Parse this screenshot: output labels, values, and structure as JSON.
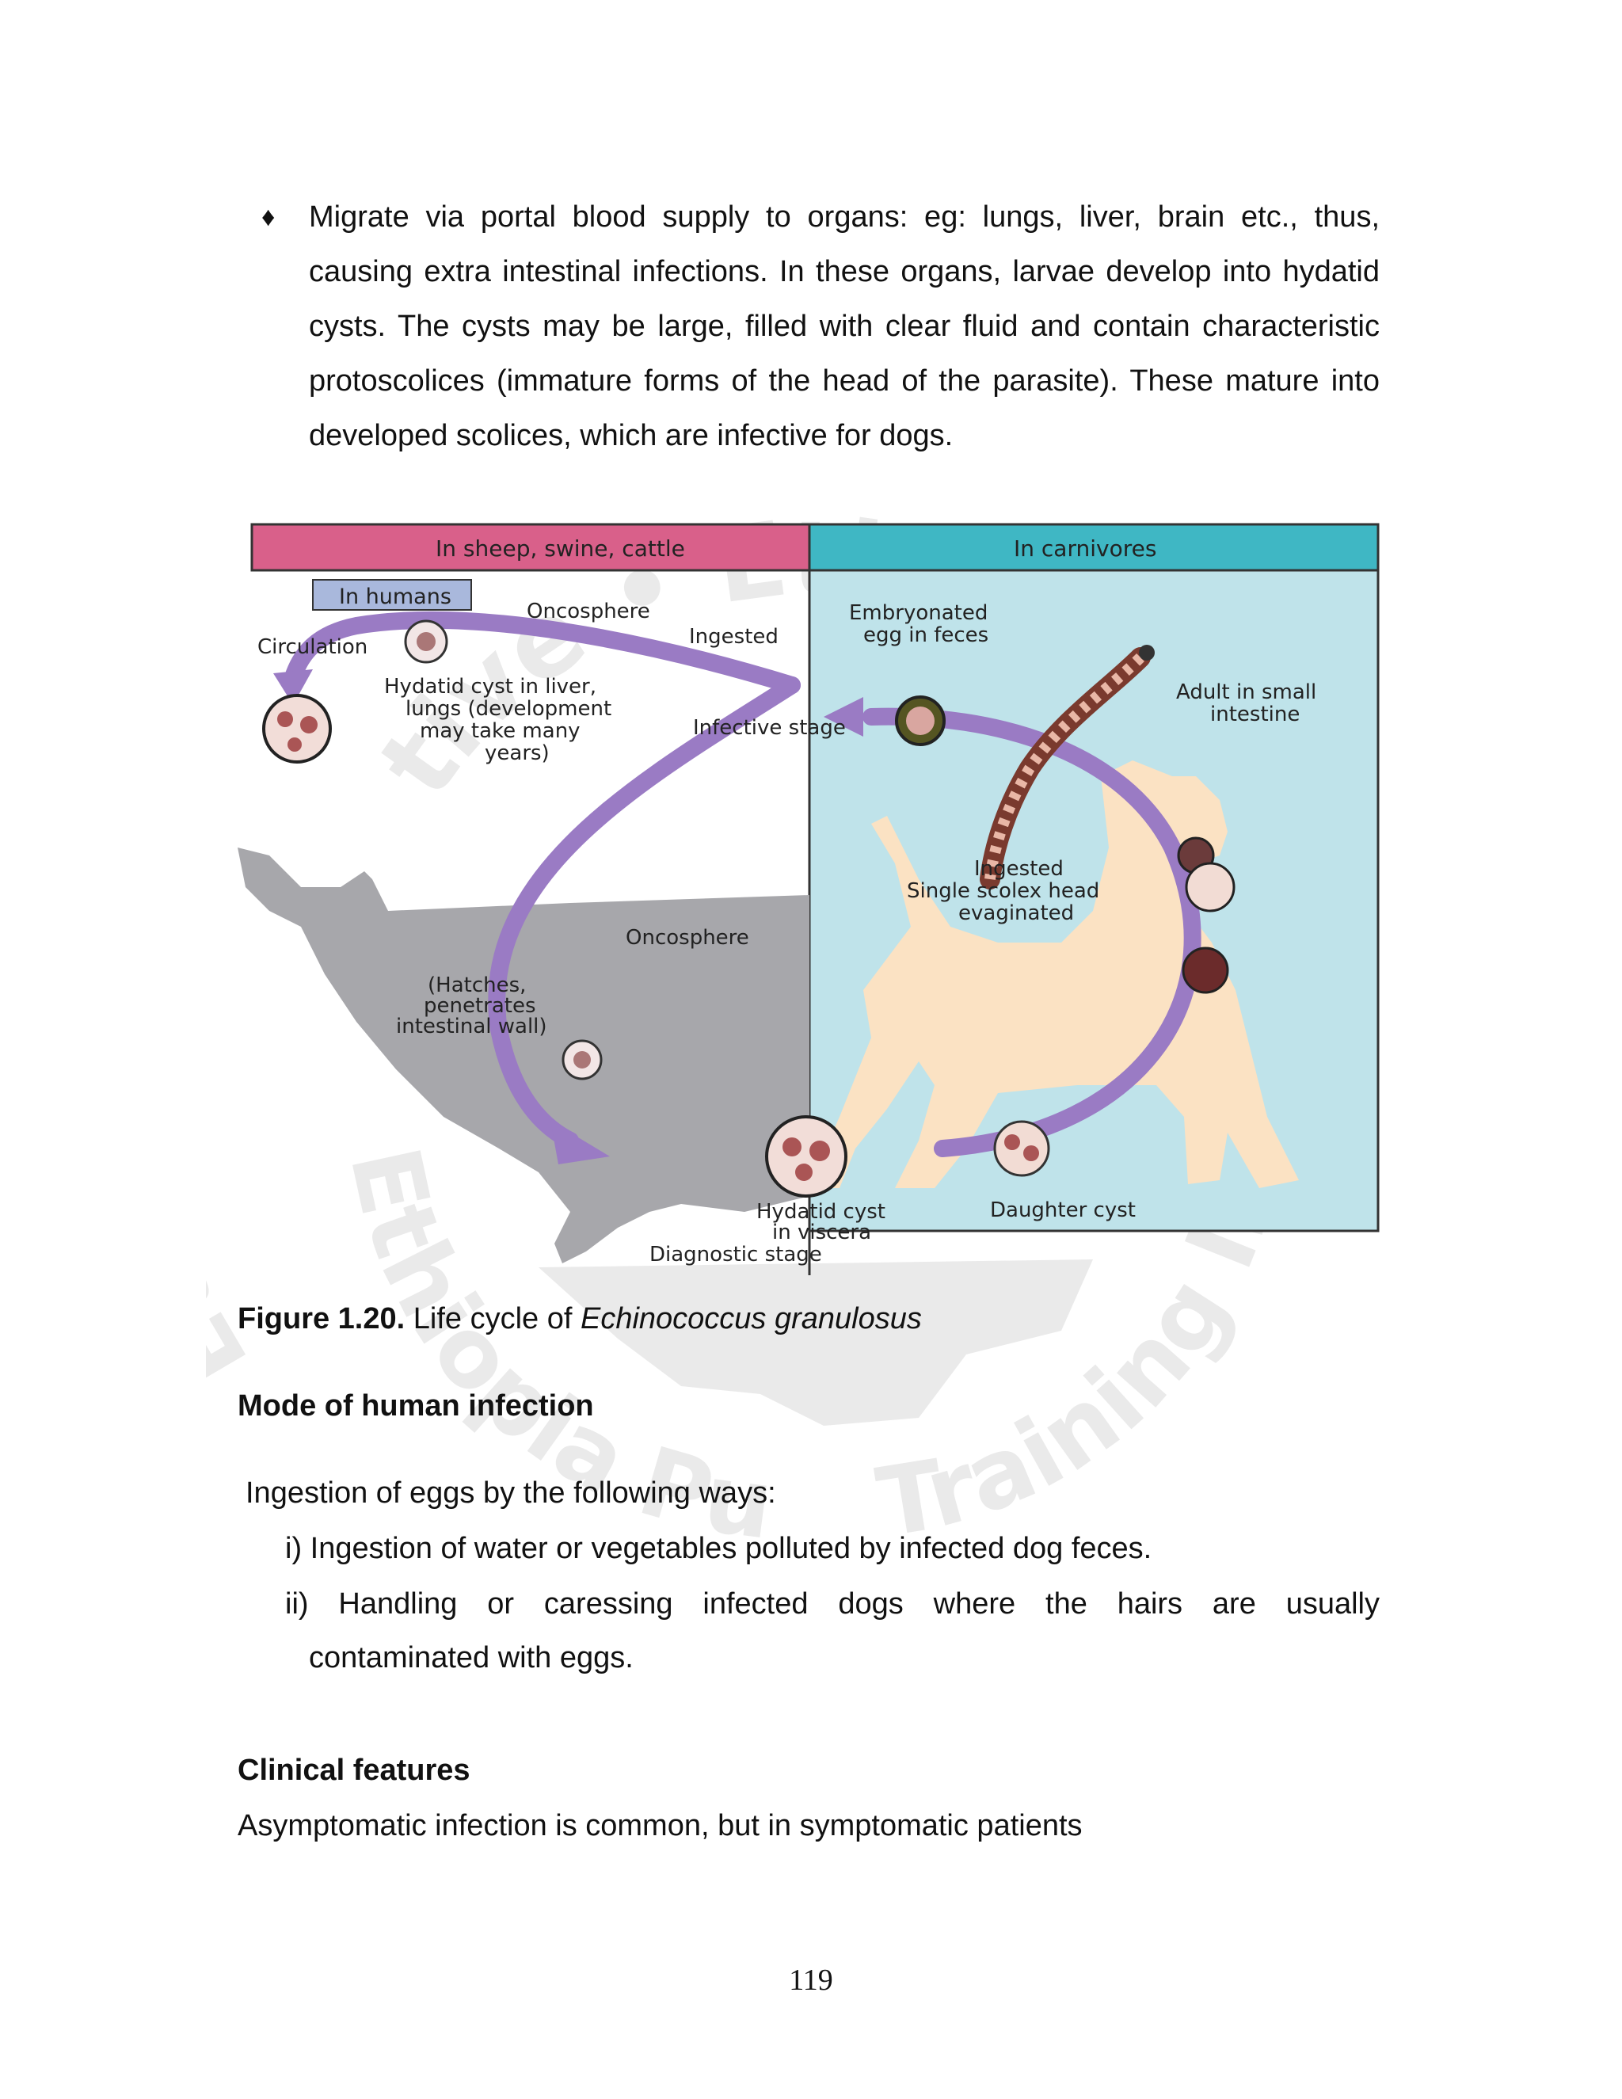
{
  "watermark": {
    "top_arc": "tive • Ethio",
    "left_arc": "Ethiopia",
    "bottom_left_arc": "Ethiopia Public",
    "bottom_right_arc": "Training Initiative"
  },
  "bullet": {
    "glyph": "♦",
    "text": "Migrate via portal blood supply to organs: eg: lungs, liver, brain etc., thus, causing extra intestinal infections. In these organs, larvae develop into hydatid cysts. The cysts may be large, filled with clear fluid and contain characteristic protoscolices (immature forms of the head of the parasite). These mature into developed scolices, which are infective for dogs."
  },
  "figure": {
    "header_left": "In sheep, swine, cattle",
    "header_right": "In carnivores",
    "in_humans": "In humans",
    "oncosphere_top": "Oncosphere",
    "circulation": "Circulation",
    "ingested_top": "Ingested",
    "embryonated_1": "Embryonated",
    "embryonated_2": "egg in feces",
    "adult_1": "Adult in small",
    "adult_2": "intestine",
    "hydatid_liver_1": "Hydatid cyst in liver,",
    "hydatid_liver_2": "lungs (development",
    "hydatid_liver_3": "may take many",
    "hydatid_liver_4": "years)",
    "infective_stage": "Infective stage",
    "ingested_dog_1": "Ingested",
    "ingested_dog_2": "Single scolex head",
    "ingested_dog_3": "evaginated",
    "oncosphere_mid": "Oncosphere",
    "hatches_1": "(Hatches,",
    "hatches_2": "penetrates",
    "hatches_3": "intestinal wall)",
    "hydatid_viscera_1": "Hydatid cyst",
    "hydatid_viscera_2": "in viscera",
    "daughter_cyst": "Daughter cyst",
    "diagnostic_stage": "Diagnostic stage",
    "colors": {
      "header_left": "#d9608a",
      "header_right": "#3fb7c4",
      "panel_right": "#bfe3ea",
      "humans_box": "#a9b8dc",
      "arrow": "#9a7bc4",
      "sheep": "#a7a7ab",
      "dog": "#fbe2c3"
    }
  },
  "caption": {
    "label": "Figure 1.20.",
    "text": " Life cycle of ",
    "species": "Echinococcus granulosus"
  },
  "mode_heading": "Mode of human infection",
  "ingestion_intro": "Ingestion of eggs by the following ways:",
  "ways": {
    "item1": "i) Ingestion of water or vegetables polluted by infected dog feces.",
    "item2_line1": "ii) Handling or caressing infected dogs where the hairs are usually",
    "item2_line2": "contaminated with eggs."
  },
  "clinical_heading": "Clinical features",
  "clinical_text": "Asymptomatic infection is common, but in symptomatic patients",
  "page_number": "119"
}
